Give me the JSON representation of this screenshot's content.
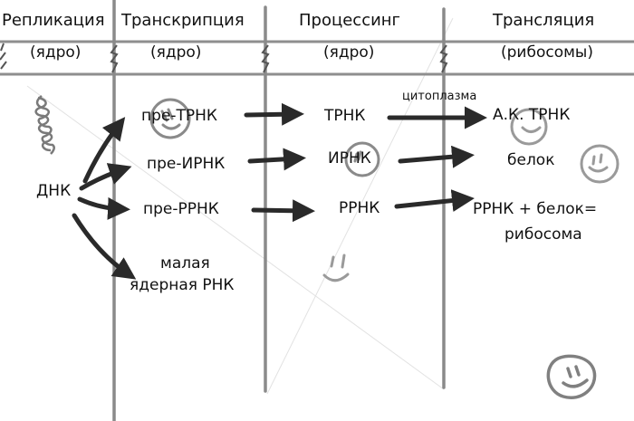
{
  "headers": [
    {
      "title": "Репликация",
      "location": "(ядро)"
    },
    {
      "title": "Транскрипция",
      "location": "(ядро)"
    },
    {
      "title": "Процессинг",
      "location": "(ядро)"
    },
    {
      "title": "Трансляция",
      "location": "(рибосомы)"
    }
  ],
  "nodes": {
    "dna": "ДНК",
    "pre_trna": "пре-ТРНК",
    "pre_irna": "пре-ИРНК",
    "pre_rrna": "пре-РРНК",
    "snrna_line1": "малая",
    "snrna_line2": "ядерная РНК",
    "trna": "ТРНК",
    "irna": "ИРНК",
    "rrna": "РРНК",
    "cytoplasm": "цитоплазма",
    "aa_trna": "А.К. ТРНК",
    "protein": "белок",
    "ribosome_line1": "РРНК + белок=",
    "ribosome_line2": "рибосома"
  },
  "colors": {
    "ink": "#111111",
    "arrow": "#2a2a2a",
    "grid": "#8a8a8a",
    "smiley": "#888888",
    "faint": "#dddddd"
  },
  "icons": [
    "dna-helix-icon",
    "smiley-icon"
  ]
}
